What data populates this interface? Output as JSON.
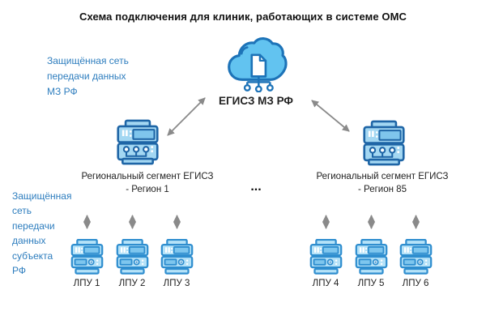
{
  "title": "Схема подключения для клиник, работающих в системе ОМС",
  "cloud": {
    "label": "ЕГИСЗ МЗ РФ"
  },
  "notes": {
    "federal": {
      "lines": [
        "Защищённая сеть",
        "передачи данных",
        "МЗ РФ"
      ]
    },
    "subject": {
      "lines": [
        "Защищённая",
        "сеть",
        "передачи",
        "данных",
        "субъекта",
        "РФ"
      ]
    }
  },
  "regions": [
    {
      "name_line1": "Региональный сегмент ЕГИСЗ",
      "name_line2": "- Регион 1"
    },
    {
      "name_line1": "Региональный сегмент ЕГИСЗ",
      "name_line2": "- Регион 85"
    }
  ],
  "ellipsis": "...",
  "clinics": [
    {
      "label": "ЛПУ 1"
    },
    {
      "label": "ЛПУ 2"
    },
    {
      "label": "ЛПУ 3"
    },
    {
      "label": "ЛПУ 4"
    },
    {
      "label": "ЛПУ 5"
    },
    {
      "label": "ЛПУ 6"
    }
  ],
  "colors": {
    "note_blue": "#2d7dbe",
    "cloud_stroke": "#1d73b8",
    "cloud_fill": "#62c3f0",
    "regional_server_stroke": "#1e65a6",
    "lpu_server_stroke": "#2f8ecf",
    "server_fill": "#a9def7",
    "arrow_gray": "#8a8a8a"
  }
}
